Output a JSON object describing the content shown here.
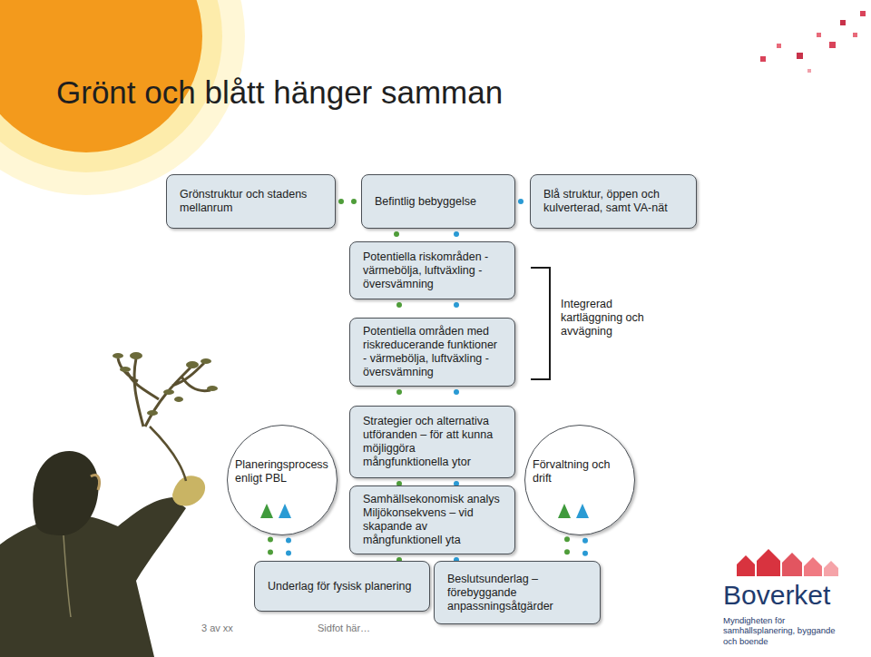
{
  "diagram": {
    "title": "Grönt och blått hänger samman",
    "nodes": [
      {
        "text": [
          "Grönstruktur och stadens mellanrum"
        ]
      },
      {
        "text": [
          "Befintlig bebyggelse"
        ]
      },
      {
        "text": [
          "Blå struktur, öppen och kulverterad, samt VA-nät"
        ]
      },
      {
        "text": [
          "Potentiella riskområden - värmebölja, luftväxling - översvämning"
        ]
      },
      {
        "text": [
          "Potentiella områden med riskreducerande funktioner - värmebölja, luftväxling - översvämning"
        ]
      },
      {
        "text": [
          "Planeringsprocess enligt PBL"
        ]
      },
      {
        "text": [
          "Strategier och alternativa utföranden – för att kunna möjliggöra mångfunktionella ytor"
        ]
      },
      {
        "text": [
          "Förvaltning och drift"
        ]
      },
      {
        "text": [
          "Samhällsekonomisk analys",
          "Miljökonsekvens – vid skapande av mångfunktionell yta"
        ]
      },
      {
        "text": [
          "Underlag för fysisk planering"
        ]
      },
      {
        "text": [
          "Beslutsunderlag – förebyggande anpassningsåtgärder"
        ]
      }
    ],
    "edges": [
      {
        "from": 0,
        "to": 1,
        "arrow": "none"
      },
      {
        "from": 1,
        "to": 2,
        "arrow": "none"
      },
      {
        "from": 1,
        "to": 3,
        "arrow": "none"
      },
      {
        "from": 3,
        "to": 4,
        "arrow": "none"
      },
      {
        "from": 4,
        "to": 6,
        "arrow": "none"
      },
      {
        "from": 6,
        "to": 8,
        "arrow": "none"
      },
      {
        "from": 8,
        "to": 9,
        "arrow": "none"
      },
      {
        "from": 8,
        "to": 10,
        "arrow": "none"
      },
      {
        "from": 5,
        "to": 9,
        "arrow": "none"
      },
      {
        "from": 7,
        "to": 10,
        "arrow": "none"
      }
    ],
    "labels": [
      "Integrerad kartläggning och avvägning",
      "3 av xx",
      "Sidfot här…",
      "Boverket",
      "Myndigheten för samhällsplanering, byggande och boende"
    ]
  }
}
